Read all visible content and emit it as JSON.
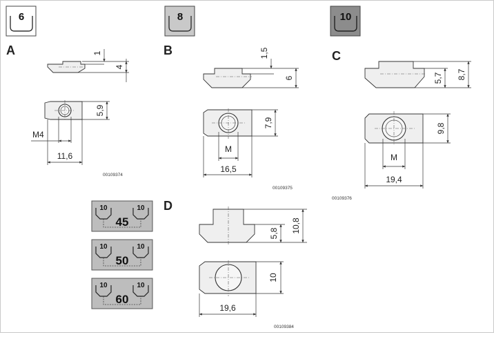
{
  "badges": [
    {
      "value": "6"
    },
    {
      "value": "8"
    },
    {
      "value": "10"
    }
  ],
  "variants": [
    {
      "letter": "A"
    },
    {
      "letter": "B"
    },
    {
      "letter": "C"
    },
    {
      "letter": "D"
    }
  ],
  "dims": {
    "a_top_small": "1",
    "a_height": "4",
    "a_side": "5,9",
    "a_thread": "M4",
    "a_width": "11,6",
    "b_top_small": "1,5",
    "b_height": "6",
    "b_side": "7,9",
    "b_thread": "M",
    "b_width": "16,5",
    "c_inner": "5,7",
    "c_outer": "8,7",
    "c_side": "9,8",
    "c_thread": "M",
    "c_width": "19,4",
    "d_inner": "5,8",
    "d_outer": "10,8",
    "d_side": "10",
    "d_width": "19,6"
  },
  "codes": {
    "a": "00109374",
    "b": "00109375",
    "c": "00109376",
    "d": "00109384"
  },
  "profiles": [
    {
      "left": "10",
      "right": "10",
      "center": "45"
    },
    {
      "left": "10",
      "right": "10",
      "center": "50"
    },
    {
      "left": "10",
      "right": "10",
      "center": "60"
    }
  ]
}
